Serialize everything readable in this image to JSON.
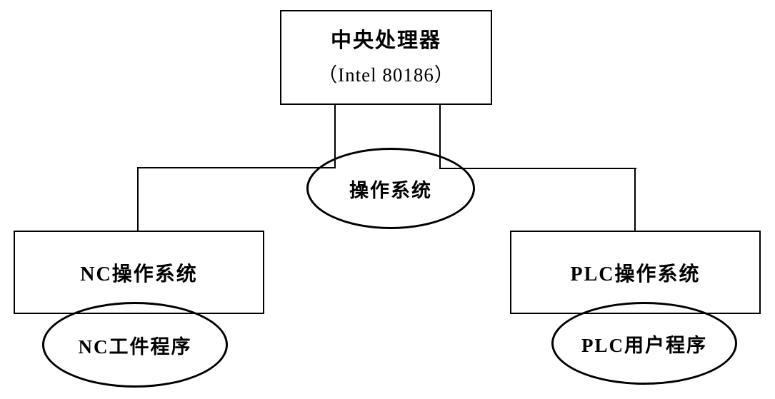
{
  "diagram": {
    "background_color": "#ffffff",
    "line_color": "#000000",
    "nodes": {
      "cpu": {
        "shape": "rectangle",
        "title": "中央处理器",
        "subtitle": "（Intel 80186）"
      },
      "os": {
        "shape": "ellipse",
        "label": "操作系统"
      },
      "nc_os": {
        "shape": "rectangle",
        "label": "NC操作系统"
      },
      "nc_program": {
        "shape": "ellipse",
        "label": "NC工件程序"
      },
      "plc_os": {
        "shape": "rectangle",
        "label": "PLC操作系统"
      },
      "plc_program": {
        "shape": "ellipse",
        "label": "PLC用户程序"
      }
    },
    "connections": [
      "cpu -> os (left drop)",
      "cpu -> os (right drop)",
      "os branch -> nc_os",
      "os branch -> plc_os"
    ]
  }
}
